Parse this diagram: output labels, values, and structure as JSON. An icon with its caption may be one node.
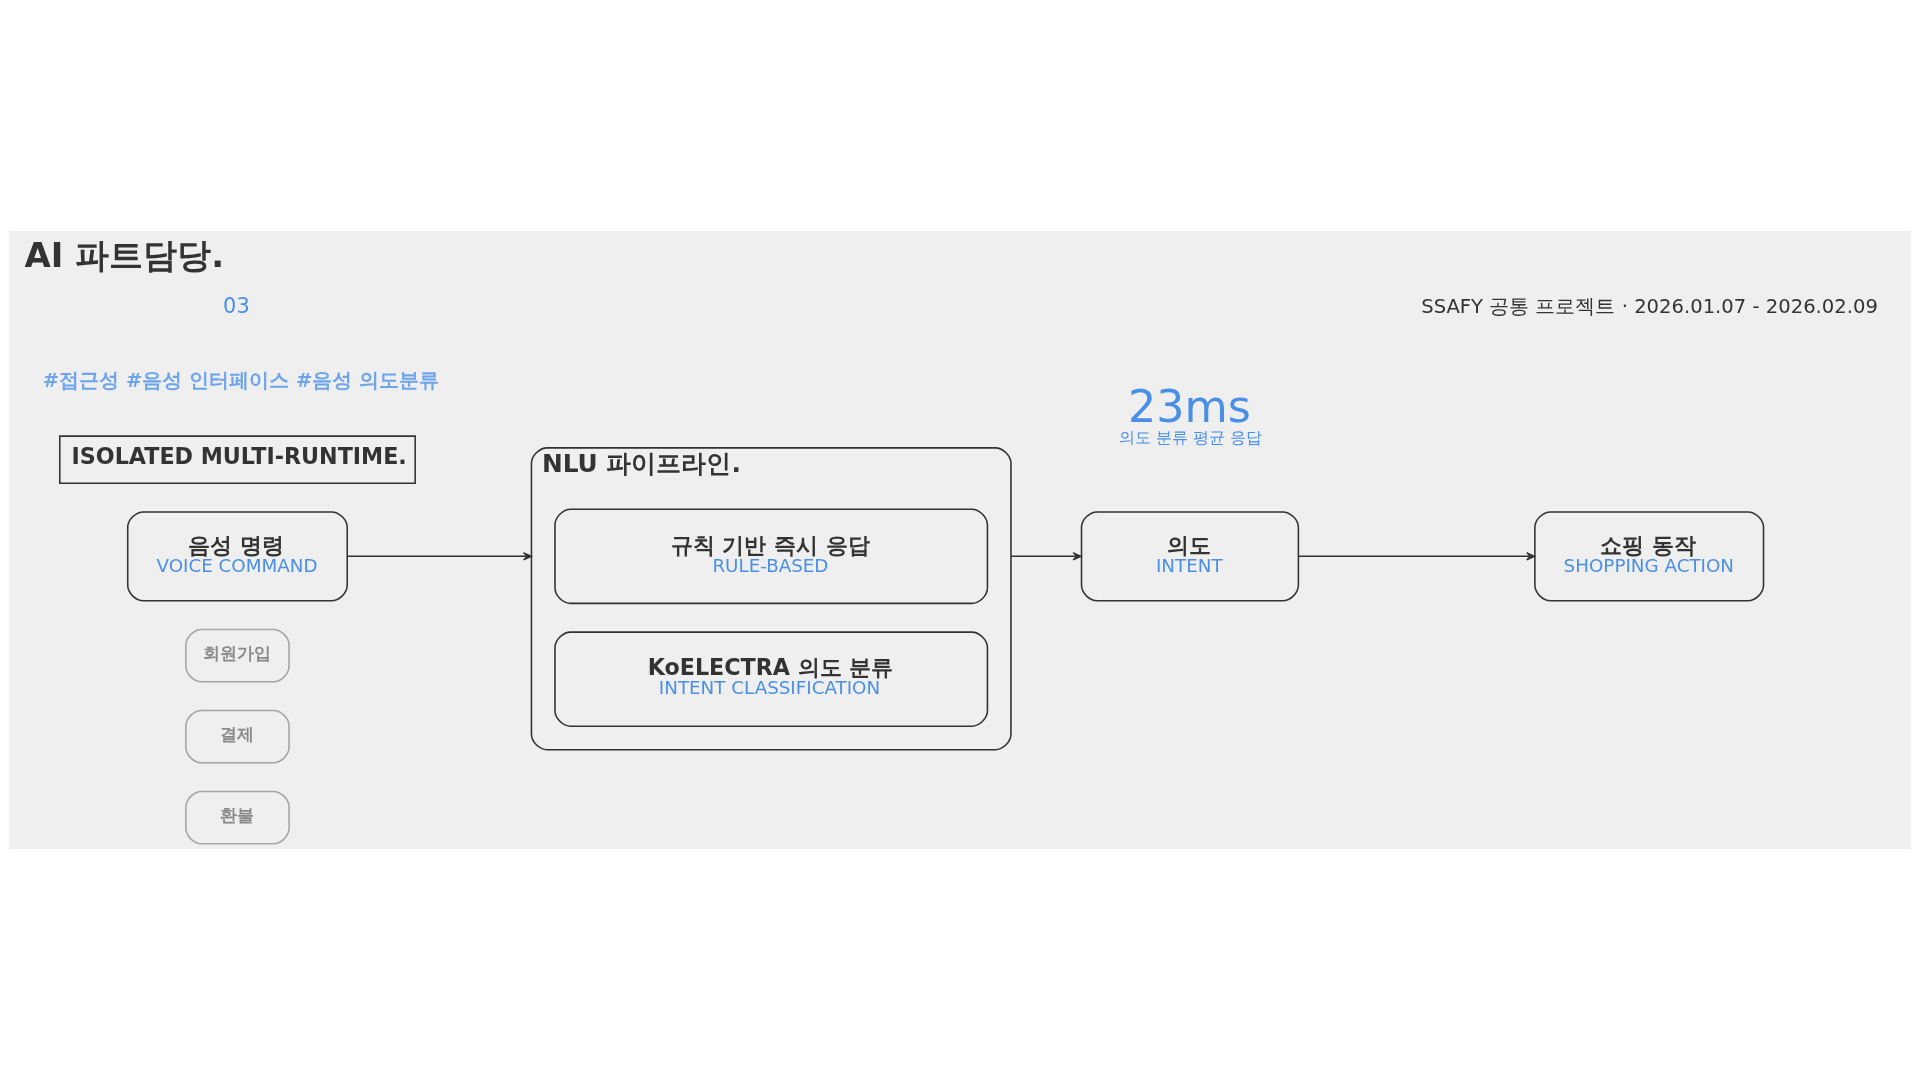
{
  "diagram": {
    "title": "AI 파트담당.",
    "nodes": [
      {
        "text": [
          "ISOLATED MULTI-RUNTIME."
        ]
      },
      {
        "text": [
          "음성 명령",
          "VOICE COMMAND"
        ]
      },
      {
        "text": [
          "회원가입"
        ]
      },
      {
        "text": [
          "결제"
        ]
      },
      {
        "text": [
          "환불"
        ]
      },
      {
        "text": [
          "NLU 파이프라인."
        ]
      },
      {
        "text": [
          "규칙 기반 즉시 응답",
          "RULE-BASED"
        ],
        "in": 5
      },
      {
        "text": [
          "KoELECTRA 의도 분류",
          "INTENT CLASSIFICATION"
        ],
        "in": 5
      },
      {
        "text": [
          "의도",
          "INTENT"
        ],
        "beside": [
          "23ms",
          "의도 분류 평균 응답"
        ]
      },
      {
        "text": [
          "쇼핑 동작",
          "SHOPPING ACTION"
        ]
      }
    ],
    "edges": [
      {
        "from": 1,
        "to": 5,
        "arrow": "to"
      },
      {
        "from": 5,
        "to": 8,
        "arrow": "to"
      },
      {
        "from": 8,
        "to": 9,
        "arrow": "to"
      }
    ],
    "labels": [
      "03",
      "SSAFY 공통 프로젝트 · 2026.01.07 - 2026.02.09",
      "#접근성 #음성 인터페이스 #음성 의도분류"
    ]
  }
}
